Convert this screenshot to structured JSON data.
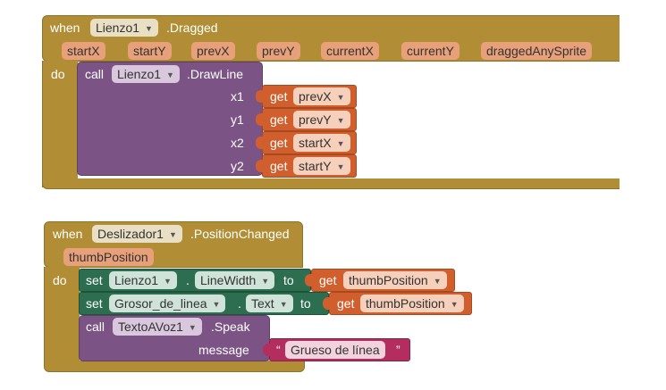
{
  "block1": {
    "when": "when",
    "component": "Lienzo1",
    "event": ".Dragged",
    "params": [
      "startX",
      "startY",
      "prevX",
      "prevY",
      "currentX",
      "currentY",
      "draggedAnySprite"
    ],
    "do": "do",
    "call": "call",
    "call_component": "Lienzo1",
    "call_method": ".DrawLine",
    "args": [
      {
        "label": "x1",
        "get": "get",
        "var": "prevX"
      },
      {
        "label": "y1",
        "get": "get",
        "var": "prevY"
      },
      {
        "label": "x2",
        "get": "get",
        "var": "startX"
      },
      {
        "label": "y2",
        "get": "get",
        "var": "startY"
      }
    ]
  },
  "block2": {
    "when": "when",
    "component": "Deslizador1",
    "event": ".PositionChanged",
    "param": "thumbPosition",
    "do": "do",
    "set1": {
      "set": "set",
      "component": "Lienzo1",
      "dot": ".",
      "property": "LineWidth",
      "to": "to",
      "get": "get",
      "var": "thumbPosition"
    },
    "set2": {
      "set": "set",
      "component": "Grosor_de_linea",
      "dot": ".",
      "property": "Text",
      "to": "to",
      "get": "get",
      "var": "thumbPosition"
    },
    "call": "call",
    "call_component": "TextoAVoz1",
    "call_method": ".Speak",
    "message_label": "message",
    "quote_open": "“",
    "text": "Grueso de línea",
    "quote_close": "”"
  }
}
